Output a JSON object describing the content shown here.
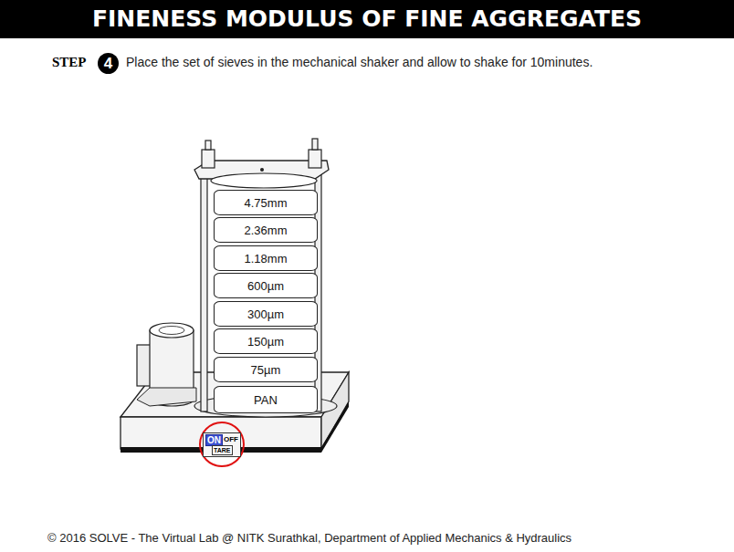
{
  "diagram": {
    "title": "FINENESS MODULUS OF FINE AGGREGATES",
    "nodes": [
      {
        "text": [
          "4"
        ]
      },
      {
        "text": [
          "4.75mm"
        ]
      },
      {
        "text": [
          "2.36mm"
        ]
      },
      {
        "text": [
          "1.18mm"
        ]
      },
      {
        "text": [
          "600µm"
        ]
      },
      {
        "text": [
          "300µm"
        ]
      },
      {
        "text": [
          "150µm"
        ]
      },
      {
        "text": [
          "75µm"
        ]
      },
      {
        "text": [
          "PAN"
        ]
      },
      {
        "text": [
          "ON",
          "OFF",
          "TARE"
        ]
      }
    ],
    "labels": [
      "STEP",
      "Place the set of sieves in the mechanical shaker and allow to shake for 10minutes.",
      "© 2016 SOLVE - The Virtual Lab @ NITK Surathkal, Department of Applied Mechanics & Hydraulics"
    ]
  }
}
